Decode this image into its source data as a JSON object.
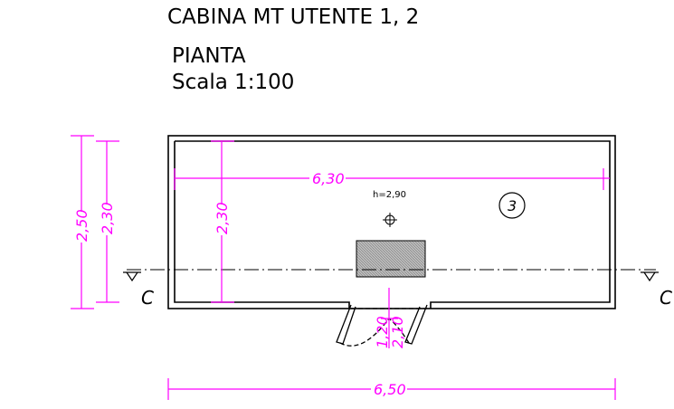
{
  "title": {
    "line1": "CABINA MT UTENTE 1, 2",
    "line2": "PIANTA",
    "line3": "Scala 1:100"
  },
  "dimensions": {
    "outer_height": "2,50",
    "inner_height_left": "2,30",
    "inner_height_mid": "2,30",
    "inner_length": "6,30",
    "outer_length": "6,50",
    "door_width": "1,20",
    "door_height": "2,10"
  },
  "annotations": {
    "ceiling_height": "h=2,90",
    "room_number": "3",
    "section_left": "C",
    "section_right": "C"
  },
  "colors": {
    "dimension": "#ff00ff",
    "walls": "#000000"
  }
}
